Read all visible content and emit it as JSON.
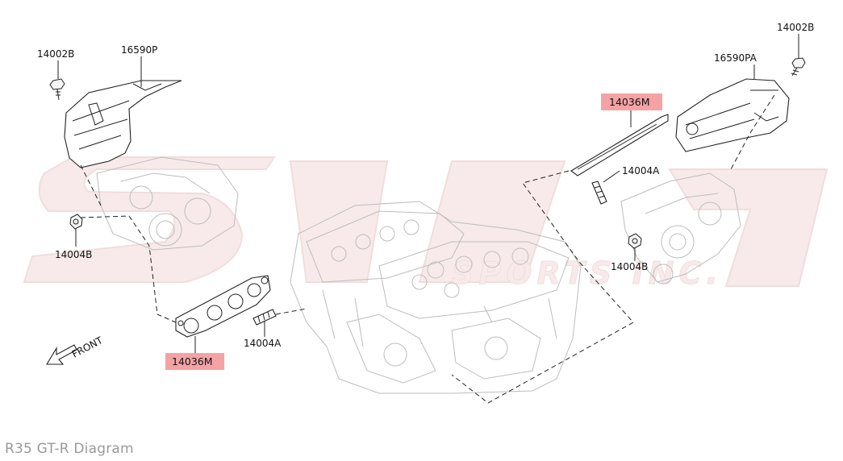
{
  "caption": "R35 GT-R Diagram",
  "front_label": "FRONT",
  "colors": {
    "highlight": "#f4a3a5",
    "line": "#222222",
    "engine": "#bdbdbd",
    "watermark": "#f3d9da",
    "caption": "#9a9a9a"
  },
  "icons": {
    "front_arrow": "arrow-left-down-icon"
  },
  "labels": {
    "bolt_left": "14002B",
    "shield_left": "16590P",
    "nut_left": "14004B",
    "gasket_left": "14036M",
    "stud_left": "14004A",
    "bolt_right": "14002B",
    "shield_right": "16590PA",
    "gasket_right": "14036M",
    "stud_right": "14004A",
    "nut_right": "14004B"
  }
}
